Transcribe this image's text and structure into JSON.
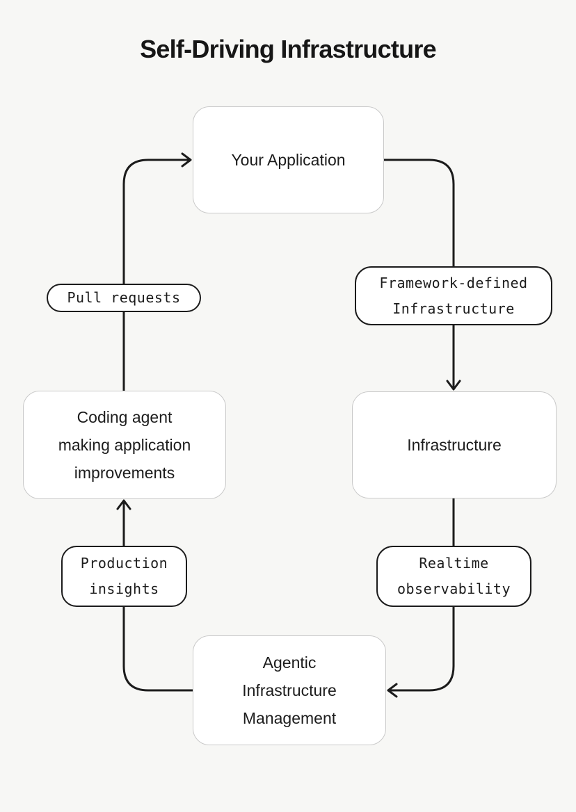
{
  "title": "Self-Driving Infrastructure",
  "nodes": {
    "your_application": {
      "label": "Your Application"
    },
    "infrastructure": {
      "label": "Infrastructure"
    },
    "coding_agent": {
      "label": "Coding agent\nmaking application\nimprovements"
    },
    "agentic_management": {
      "label": "Agentic\nInfrastructure\nManagement"
    }
  },
  "edge_labels": {
    "framework_defined": {
      "label": "Framework-defined\nInfrastructure"
    },
    "pull_requests": {
      "label": "Pull requests"
    },
    "realtime_observability": {
      "label": "Realtime\nobservability"
    },
    "production_insights": {
      "label": "Production\ninsights"
    }
  },
  "edges": {
    "coding_agent_to_application": "Coding agent making application improvements → Your Application (via Pull requests)",
    "application_to_infrastructure": "Your Application → Infrastructure (via Framework-defined Infrastructure)",
    "infrastructure_to_agentic": "Infrastructure → Agentic Infrastructure Management (via Realtime observability)",
    "agentic_to_coding_agent": "Agentic Infrastructure Management → Coding agent (via Production insights)"
  },
  "colors": {
    "background": "#f7f7f5",
    "node_background": "#ffffff",
    "node_border": "#c9c9c9",
    "arrow_stroke": "#1c1c1c",
    "label_border": "#1c1c1c",
    "text": "#161616"
  }
}
